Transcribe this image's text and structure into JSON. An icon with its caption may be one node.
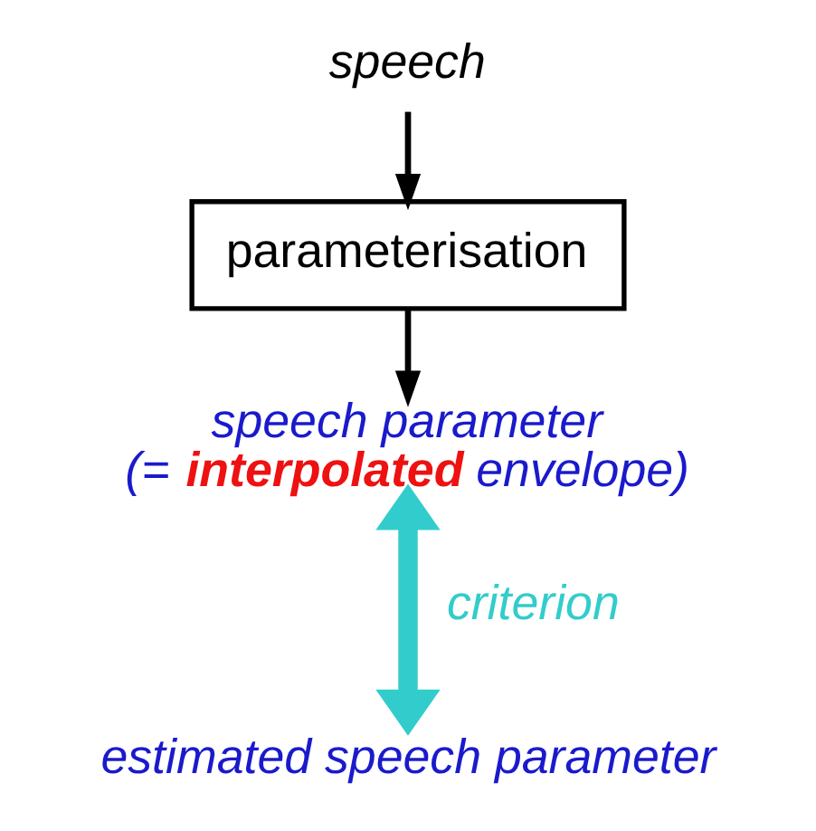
{
  "diagram": {
    "nodes": [
      {
        "text": [
          "speech"
        ]
      },
      {
        "text": [
          "parameterisation"
        ]
      },
      {
        "text": [
          "speech parameter",
          "(= **interpolated** envelope)"
        ]
      },
      {
        "text": [
          "estimated speech parameter"
        ]
      }
    ],
    "edges": [
      {
        "from": 0,
        "to": 1,
        "arrow": "to"
      },
      {
        "from": 1,
        "to": 2,
        "arrow": "to"
      },
      {
        "from": 2,
        "to": 3,
        "arrow": "both",
        "label": "criterion",
        "style": "thick",
        "color": "#33cccc"
      }
    ]
  }
}
